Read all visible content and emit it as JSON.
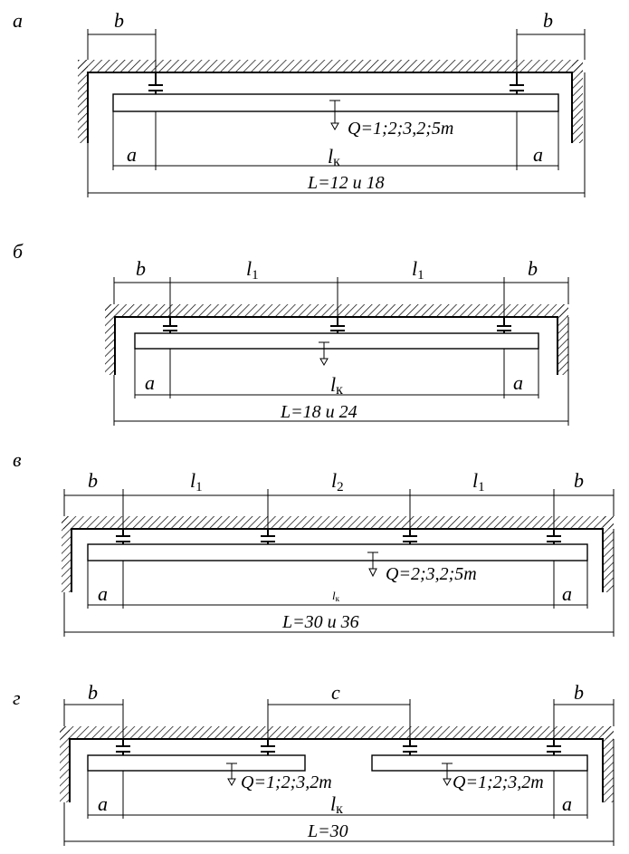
{
  "panels": [
    {
      "letter": "а",
      "top_dims": [
        "b",
        "b"
      ],
      "a_left": "a",
      "a_right": "a",
      "lk": {
        "main": "l",
        "sub": "к"
      },
      "span": "L=12 и 18",
      "loads": [
        {
          "text": "Q=1;2;3,2;5т"
        }
      ]
    },
    {
      "letter": "б",
      "top_dims": [
        "b",
        "l1",
        "l1",
        "b"
      ],
      "a_left": "a",
      "a_right": "a",
      "lk": {
        "main": "l",
        "sub": "к"
      },
      "span": "L=18 и 24",
      "loads": [
        {
          "text": ""
        }
      ]
    },
    {
      "letter": "в",
      "top_dims": [
        "b",
        "l1",
        "l2",
        "l1",
        "b"
      ],
      "a_left": "a",
      "a_right": "a",
      "lk": {
        "main": "l",
        "sub": "к"
      },
      "span": "L=30 и 36",
      "loads": [
        {
          "text": "Q=2;3,2;5т"
        }
      ]
    },
    {
      "letter": "г",
      "top_dims": [
        "b",
        "c",
        "b"
      ],
      "a_left": "a",
      "a_right": "a",
      "lk": {
        "main": "l",
        "sub": "к"
      },
      "span": "L=30",
      "loads": [
        {
          "text": "Q=1;2;3,2т"
        },
        {
          "text": "Q=1;2;3,2т"
        }
      ]
    }
  ]
}
